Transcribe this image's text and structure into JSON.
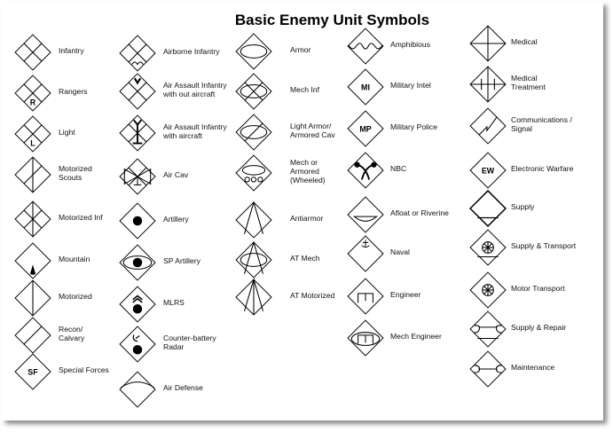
{
  "title": "Basic Enemy Unit Symbols",
  "columns": [
    [
      {
        "label": "Infantry",
        "symbol": "infantry"
      },
      {
        "label": "Rangers",
        "symbol": "rangers"
      },
      {
        "label": "Light",
        "symbol": "light"
      },
      {
        "label": "Motorized\nScouts",
        "symbol": "motorized-scouts"
      },
      {
        "label": "Motorized Inf",
        "symbol": "motorized-inf"
      },
      {
        "label": "Mountain",
        "symbol": "mountain"
      },
      {
        "label": "Motorized",
        "symbol": "motorized"
      },
      {
        "label": "Recon/\nCalvary",
        "symbol": "recon"
      },
      {
        "label": "Special Forces",
        "symbol": "special-forces",
        "text": "SF"
      }
    ],
    [
      {
        "label": "Airborne Infantry",
        "symbol": "airborne"
      },
      {
        "label": "Air Assault Infantry\nwith out aircraft",
        "symbol": "air-assault-no-aircraft"
      },
      {
        "label": "Air Assault Infantry\nwith aircraft",
        "symbol": "air-assault-aircraft"
      },
      {
        "label": "Air Cav",
        "symbol": "air-cav"
      },
      {
        "label": "Artillery",
        "symbol": "artillery"
      },
      {
        "label": "SP Artillery",
        "symbol": "sp-artillery"
      },
      {
        "label": "MLRS",
        "symbol": "mlrs"
      },
      {
        "label": "Counter-battery\nRadar",
        "symbol": "counter-battery"
      },
      {
        "label": "Air Defense",
        "symbol": "air-defense"
      }
    ],
    [
      {
        "label": "Armor",
        "symbol": "armor"
      },
      {
        "label": "Mech Inf",
        "symbol": "mech-inf"
      },
      {
        "label": "Light Armor/\nArmored Cav",
        "symbol": "light-armor"
      },
      {
        "label": "Mech or\nArmored\n(Wheeled)",
        "symbol": "wheeled"
      },
      {
        "label": "Antiarmor",
        "symbol": "antiarmor"
      },
      {
        "label": "AT Mech",
        "symbol": "at-mech"
      },
      {
        "label": "AT Motorized",
        "symbol": "at-motorized"
      }
    ],
    [
      {
        "label": "Amphibious",
        "symbol": "amphibious"
      },
      {
        "label": "Military Intel",
        "symbol": "military-intel",
        "text": "MI"
      },
      {
        "label": "Military Police",
        "symbol": "military-police",
        "text": "MP"
      },
      {
        "label": "NBC",
        "symbol": "nbc"
      },
      {
        "label": "Afloat or Riverine",
        "symbol": "afloat"
      },
      {
        "label": "Naval",
        "symbol": "naval"
      },
      {
        "label": "Engineer",
        "symbol": "engineer"
      },
      {
        "label": "Mech Engineer",
        "symbol": "mech-engineer"
      }
    ],
    [
      {
        "label": "Medical",
        "symbol": "medical"
      },
      {
        "label": "Medical\nTreatment",
        "symbol": "medical-treatment"
      },
      {
        "label": "Communications /\nSignal",
        "symbol": "signal"
      },
      {
        "label": "Electronic Warfare",
        "symbol": "electronic-warfare",
        "text": "EW"
      },
      {
        "label": "Supply",
        "symbol": "supply"
      },
      {
        "label": "Supply & Transport",
        "symbol": "supply-transport"
      },
      {
        "label": "Motor Transport",
        "symbol": "motor-transport"
      },
      {
        "label": "Supply & Repair",
        "symbol": "supply-repair"
      },
      {
        "label": "Maintenance",
        "symbol": "maintenance"
      }
    ]
  ]
}
